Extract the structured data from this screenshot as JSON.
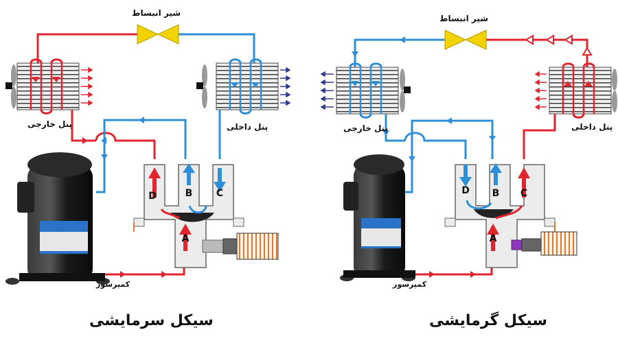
{
  "colors": {
    "hot": "#e0252f",
    "cold": "#2e8fd8",
    "valve": "#f2d200",
    "body": "#1a1a1a"
  },
  "cooling": {
    "title": "سیکل سرمایشی",
    "expansion_valve": "شیر انبساط",
    "outdoor_panel": "پنل خارجی",
    "indoor_panel": "پنل داخلی",
    "compressor": "کمپرسور",
    "ports": {
      "a": "A",
      "b": "B",
      "c": "C",
      "d": "D"
    }
  },
  "heating": {
    "title": "سیکل گرمایشی",
    "expansion_valve": "شیر انبساط",
    "outdoor_panel": "پنل خارجی",
    "indoor_panel": "پنل داخلی",
    "compressor": "کمپرسور",
    "ports": {
      "a": "A",
      "b": "B",
      "c": "C",
      "d": "D"
    }
  }
}
